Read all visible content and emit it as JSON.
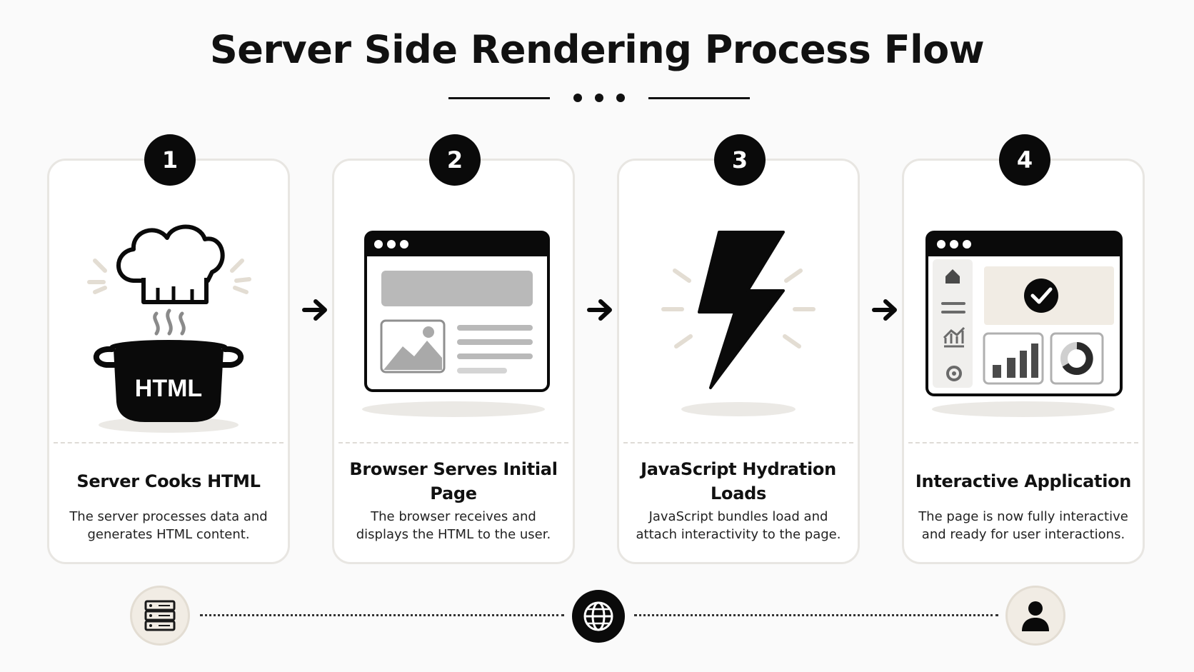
{
  "title": "Server Side Rendering Process Flow",
  "steps": [
    {
      "number": "1",
      "art_label": "HTML",
      "title": "Server Cooks HTML",
      "description": "The server processes data and generates HTML content."
    },
    {
      "number": "2",
      "title": "Browser Serves Initial Page",
      "description": "The browser receives and displays the HTML to the user."
    },
    {
      "number": "3",
      "title": "JavaScript Hydration Loads",
      "description": "JavaScript bundles load and attach interactivity to the page."
    },
    {
      "number": "4",
      "title": "Interactive Application",
      "description": "The page is now fully interactive and ready for user interactions."
    }
  ],
  "bottom_icons": [
    "server-icon",
    "globe-icon",
    "user-icon"
  ],
  "colors": {
    "ink": "#0a0a0a",
    "beige": "#f1ece4",
    "gray_block": "#b9b9b9",
    "card_border": "#e8e6e2"
  }
}
